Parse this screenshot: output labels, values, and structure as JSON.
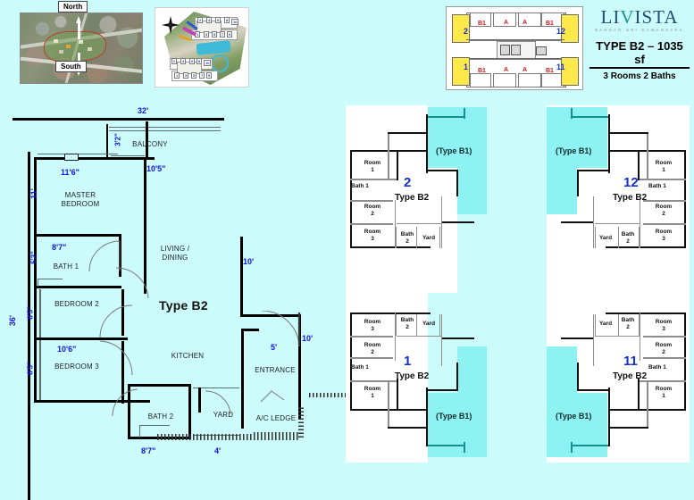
{
  "brand": {
    "name_part1": "LI",
    "name_v": "V",
    "name_part2": "ISTA",
    "tagline": "BANDAR SRI DAMANSARA",
    "title": "TYPE B2 – 1035 sf",
    "subtitle": "3 Rooms 2 Baths"
  },
  "aerial": {
    "north_label": "North",
    "south_label": "South"
  },
  "keyplan": {
    "units": [
      {
        "number": "2",
        "corner": "top-left"
      },
      {
        "number": "12",
        "corner": "top-right"
      },
      {
        "number": "1",
        "corner": "bottom-left"
      },
      {
        "number": "11",
        "corner": "bottom-right"
      }
    ],
    "type_tags": [
      "B1",
      "A",
      "A",
      "B1",
      "B1",
      "A",
      "A",
      "B1"
    ]
  },
  "main_plan": {
    "type_label": "Type B2",
    "rooms": [
      {
        "name": "BALCONY"
      },
      {
        "name": "MASTER\nBEDROOM"
      },
      {
        "name": "BATH 1"
      },
      {
        "name": "LIVING /\nDINING"
      },
      {
        "name": "BEDROOM 2"
      },
      {
        "name": "BEDROOM 3"
      },
      {
        "name": "KITCHEN"
      },
      {
        "name": "BATH 2"
      },
      {
        "name": "YARD"
      },
      {
        "name": "ENTRANCE"
      },
      {
        "name": "A/C LEDGE"
      }
    ],
    "dimensions": {
      "overall_top": "32'",
      "overall_left": "36'",
      "balcony_depth": "3'2\"",
      "master_width": "11'6\"",
      "balcony_width": "10'5\"",
      "master_height": "11'",
      "bath1_width": "8'7\"",
      "bath1_height": "5'2\"",
      "bedroom2_height": "8'5\"",
      "bedroom3_height": "8'5\"",
      "bedroom3_width": "10'6\"",
      "living_right": "10'",
      "entrance_right": "10'",
      "entrance_door": "5'",
      "bath2_width": "8'7\"",
      "yard_width": "4'"
    }
  },
  "quadrants": [
    {
      "number": "2",
      "type_label": "Type B2",
      "neighbour": "(Type B1)",
      "rooms": [
        "Room\n1",
        "Bath 1",
        "Room\n2",
        "Room\n3",
        "Bath\n2",
        "Yard"
      ]
    },
    {
      "number": "12",
      "type_label": "Type B2",
      "neighbour": "(Type B1)",
      "rooms": [
        "Room\n1",
        "Bath 1",
        "Room\n2",
        "Room\n3",
        "Bath\n2",
        "Yard"
      ]
    },
    {
      "number": "1",
      "type_label": "Type B2",
      "neighbour": "(Type B1)",
      "rooms": [
        "Room\n3",
        "Bath\n2",
        "Yard",
        "Room\n2",
        "Bath 1",
        "Room\n1"
      ]
    },
    {
      "number": "11",
      "type_label": "Type B2",
      "neighbour": "(Type B1)",
      "rooms": [
        "Room\n3",
        "Bath\n2",
        "Yard",
        "Room\n2",
        "Bath 1",
        "Room\n1"
      ]
    }
  ],
  "colors": {
    "background": "#ccfbfb",
    "dimension_text": "#1414dc",
    "unit_number": "#1432c8",
    "b1_fill": "#8ef2f2",
    "keyplan_highlight": "#ffe84a",
    "brand_teal": "#159a8c",
    "brand_blue": "#1f4e79"
  }
}
